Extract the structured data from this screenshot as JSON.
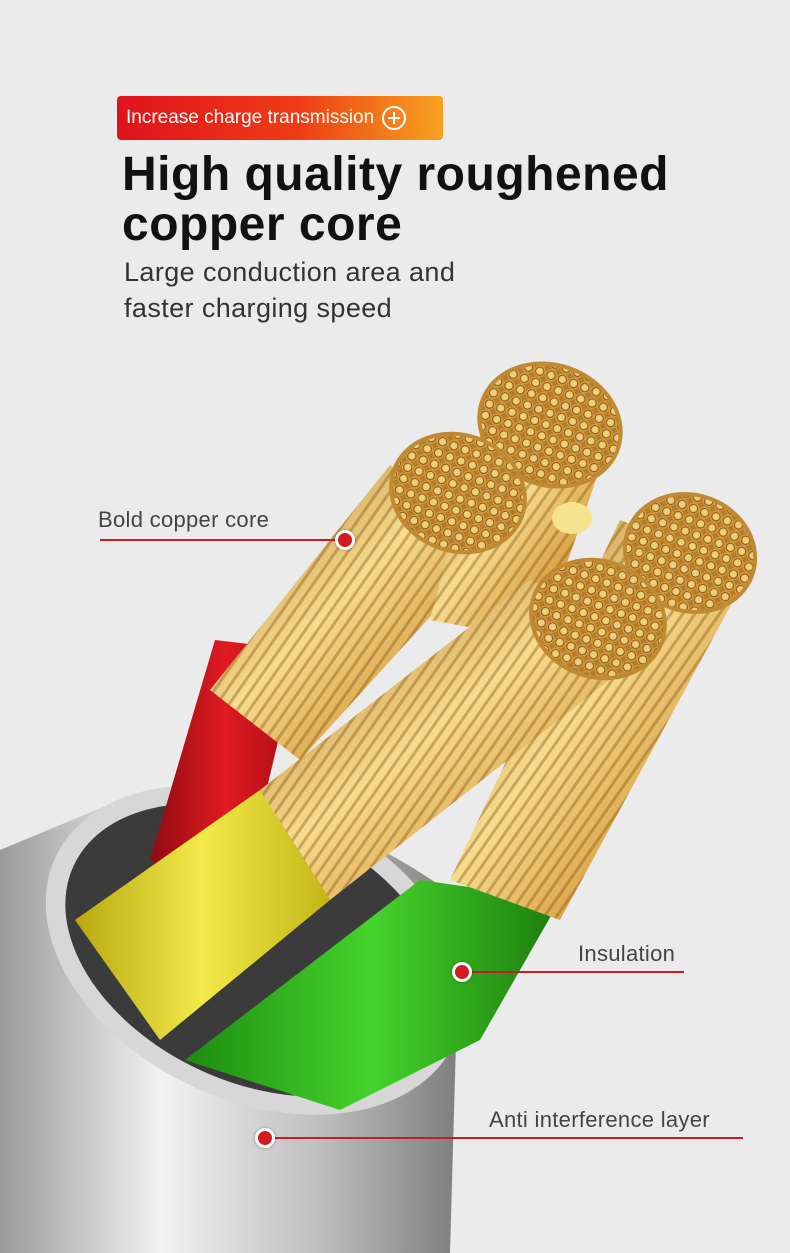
{
  "badge": {
    "label": "Increase charge transmission",
    "icon": "plus-circle-icon"
  },
  "title": {
    "line1": "High quality roughened",
    "line2": "copper core"
  },
  "subtitle": {
    "line1": "Large conduction area and",
    "line2": "faster charging speed"
  },
  "callouts": {
    "core": "Bold copper core",
    "insulation": "Insulation",
    "shield": "Anti interference layer"
  },
  "colors": {
    "accent": "#c81c22",
    "badge_gradient_start": "#e0121d",
    "badge_gradient_end": "#f7a21e",
    "wire_red": "#d8141c",
    "wire_yellow": "#e8de2a",
    "wire_green": "#35c21f",
    "copper": "#e5b254",
    "jacket_silver": "#c9c9c9"
  }
}
